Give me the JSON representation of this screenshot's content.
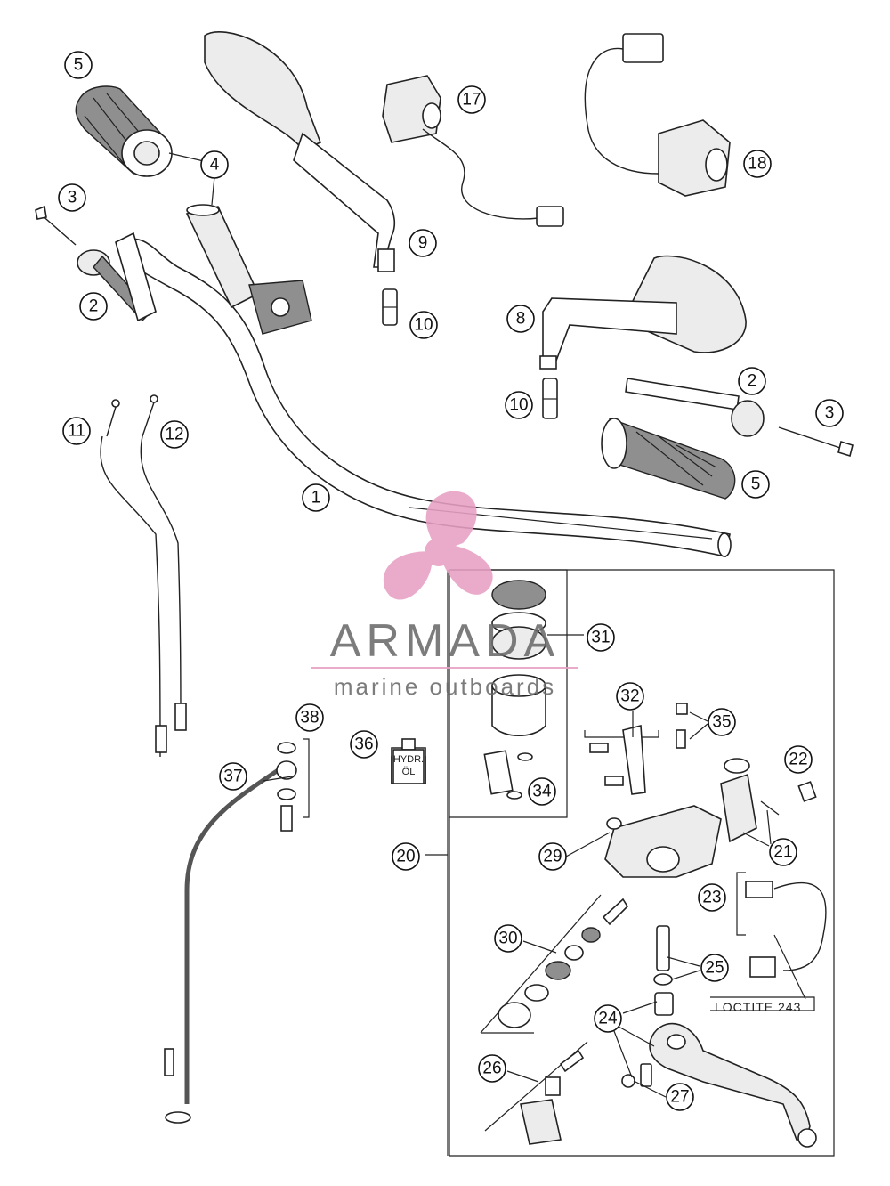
{
  "diagram": {
    "callouts": [
      "5",
      "4",
      "3",
      "2",
      "1",
      "9",
      "10",
      "17",
      "18",
      "8",
      "10",
      "2",
      "3",
      "5",
      "11",
      "12",
      "31",
      "32",
      "35",
      "22",
      "36",
      "38",
      "37",
      "34",
      "20",
      "29",
      "21",
      "23",
      "30",
      "25",
      "24",
      "26",
      "27"
    ],
    "note": "LOCTITE 243",
    "bottle_label_line1": "HYDR.",
    "bottle_label_line2": "ÖL"
  },
  "watermark": {
    "brand": "ARMADA",
    "tagline": "marine outboards",
    "logo_color": "#e8a0c4",
    "text_color": "#6b6b6b"
  }
}
